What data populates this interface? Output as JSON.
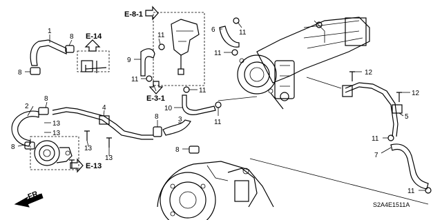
{
  "diagram": {
    "code": "S2A4E1511A",
    "direction_label": "FR.",
    "references": {
      "e14": "E-14",
      "e81": "E-8-1",
      "e31": "E-3-1",
      "e13": "E-13"
    },
    "callouts": {
      "c1": "1",
      "c2": "2",
      "c3": "3",
      "c4": "4",
      "c5": "5",
      "c6": "6",
      "c7": "7",
      "c8a": "8",
      "c8b": "8",
      "c8c": "8",
      "c8d": "8",
      "c8e": "8",
      "c8f": "8",
      "c9": "9",
      "c10": "10",
      "c11a": "11",
      "c11b": "11",
      "c11c": "11",
      "c11d": "11",
      "c11e": "11",
      "c11f": "11",
      "c11g": "11",
      "c11h": "11",
      "c12a": "12",
      "c12b": "12",
      "c13a": "13",
      "c13b": "13",
      "c13c": "13",
      "c13d": "13"
    }
  }
}
